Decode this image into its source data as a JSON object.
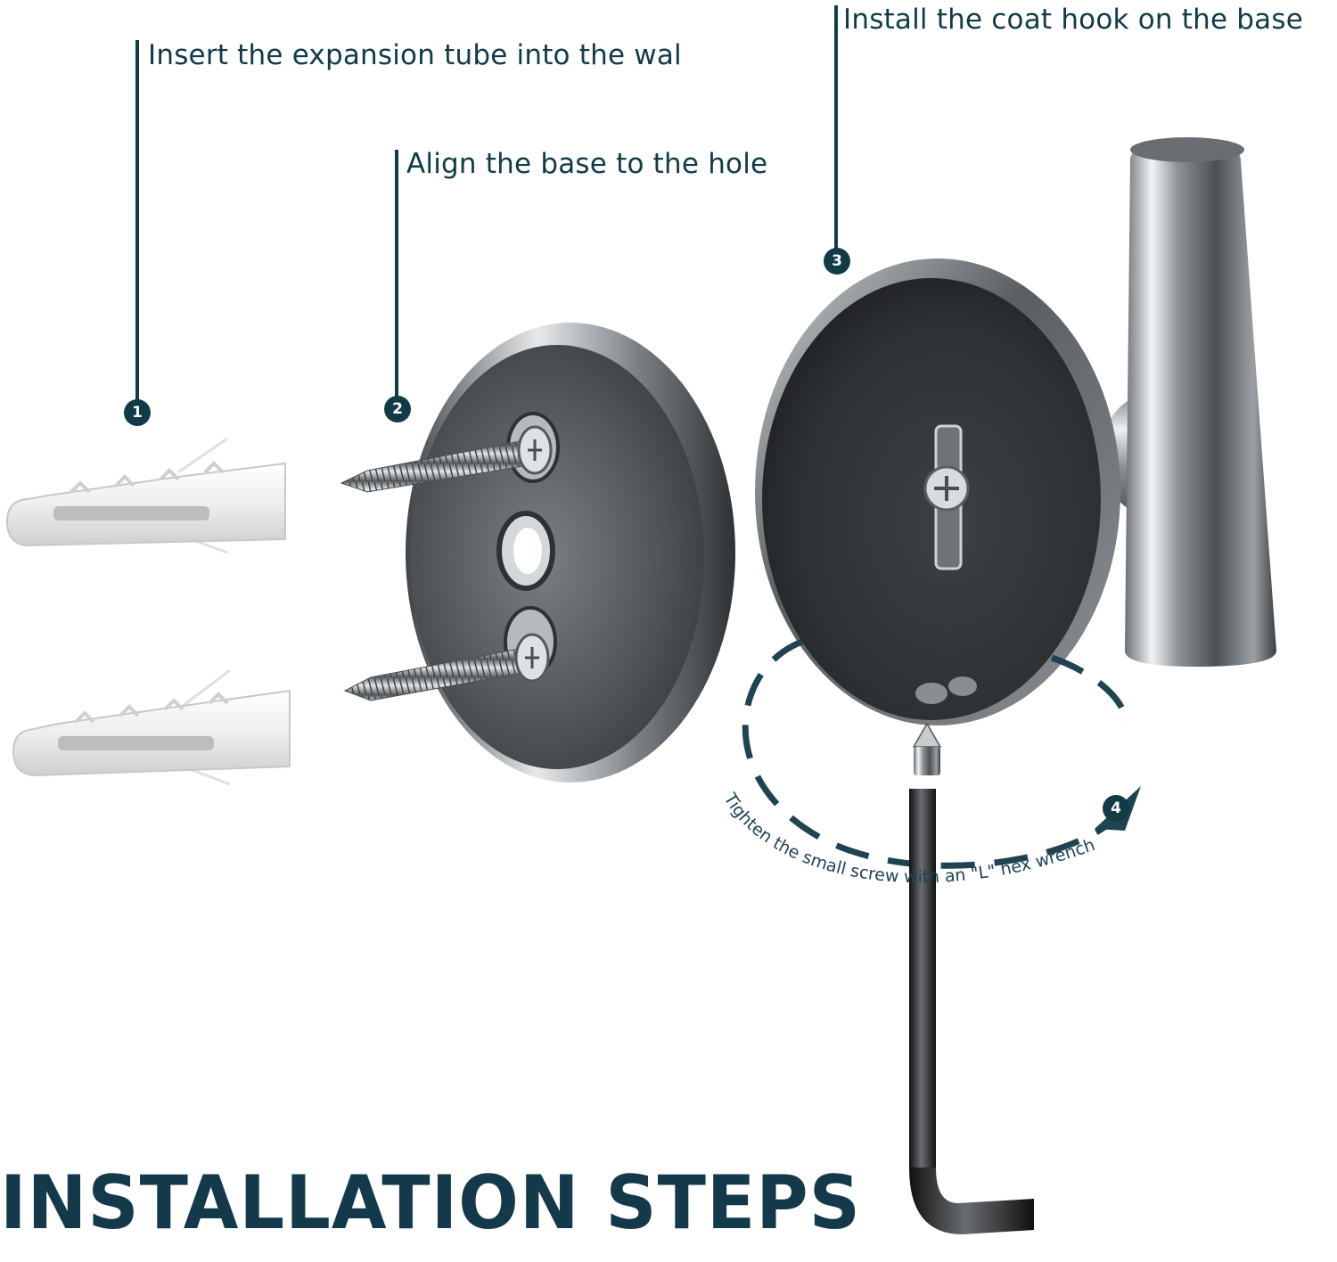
{
  "steps": [
    {
      "number": "1",
      "text": "Insert the expansion tube into the wal"
    },
    {
      "number": "2",
      "text": "Align the base to the hole"
    },
    {
      "number": "3",
      "text": "Install the coat hook on the base"
    },
    {
      "number": "4",
      "text": "Tighten the small screw with an \"L\" hex wrench"
    }
  ],
  "title": "INSTALLATION STEPS",
  "colors": {
    "accent": "#123a47",
    "metal_dark": "#3a3d40",
    "metal_light": "#d9dcde",
    "plastic": "#eeeeee"
  }
}
